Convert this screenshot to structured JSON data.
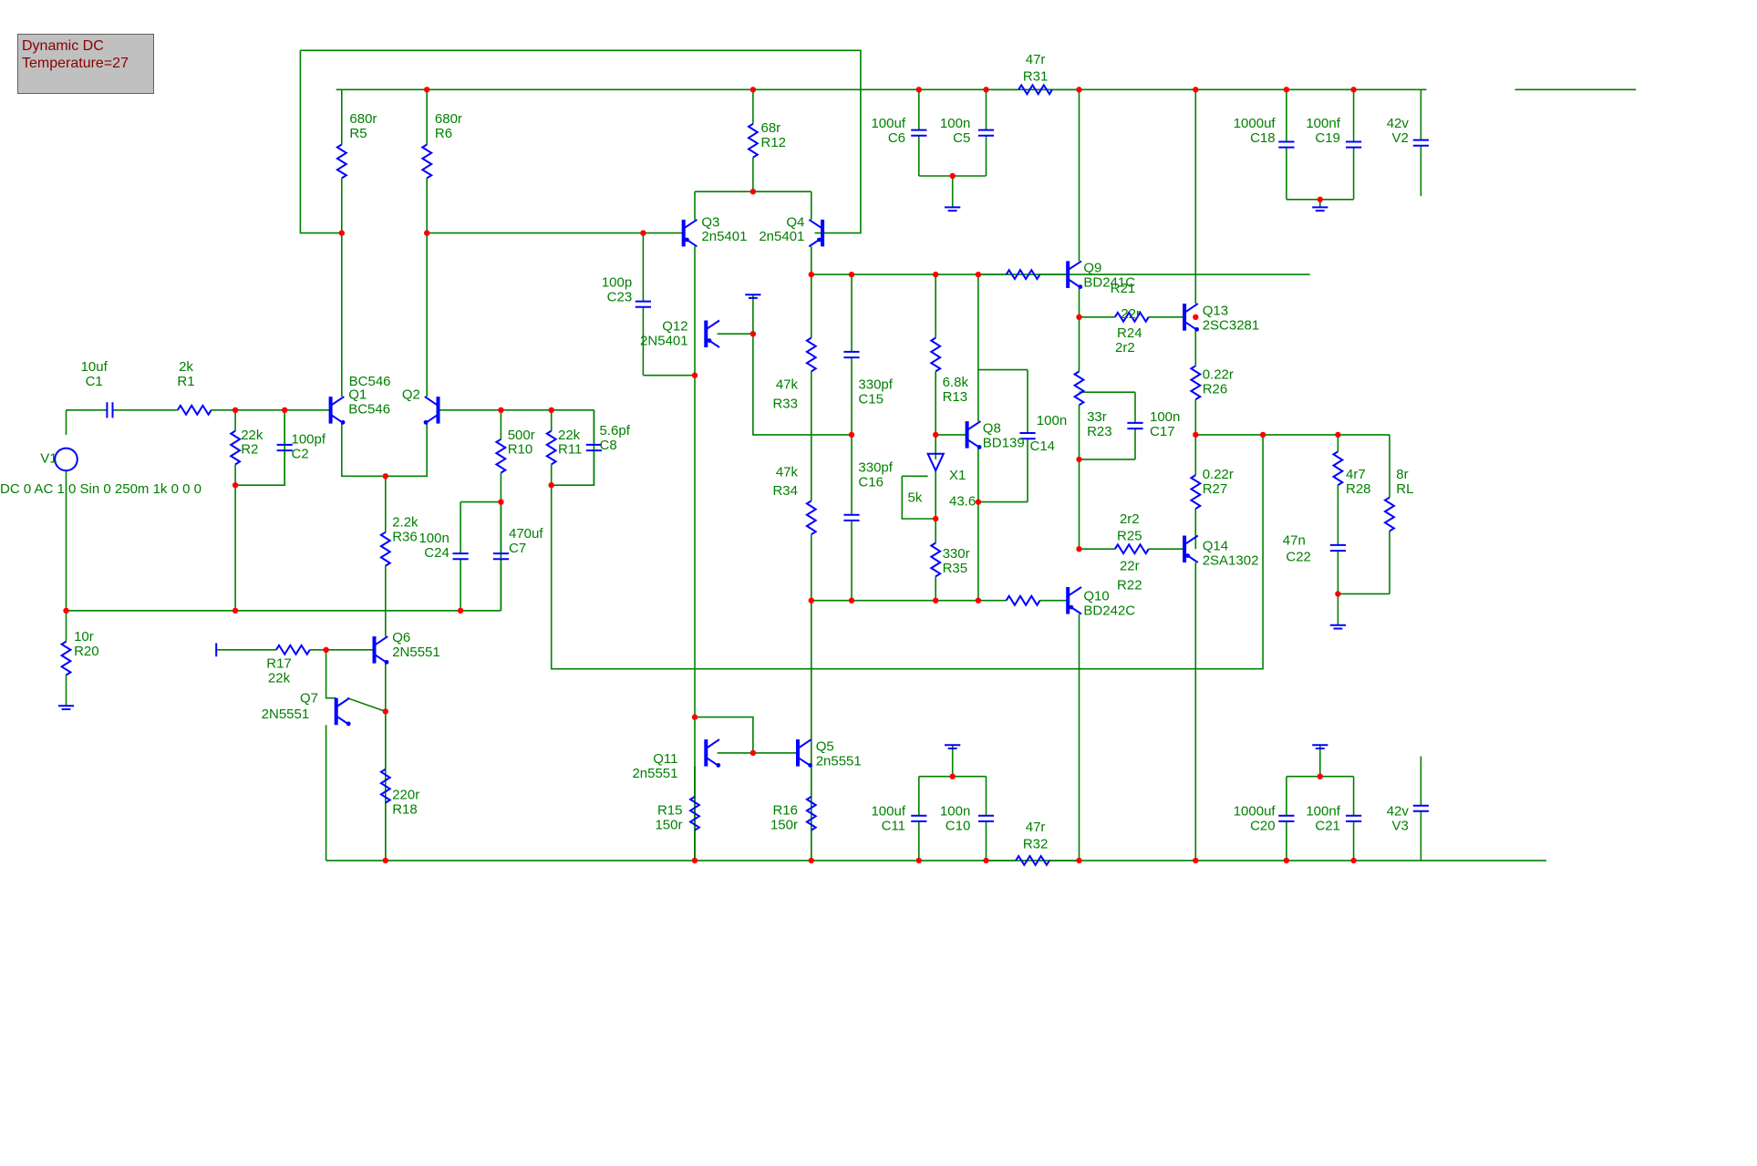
{
  "status": {
    "line1": "Dynamic DC",
    "line2": "Temperature=27"
  },
  "source_spec": "DC 0 AC 1 0 Sin 0 250m 1k 0 0 0",
  "components": {
    "V1": "V1",
    "C1": {
      "ref": "C1",
      "val": "10uf"
    },
    "R1": {
      "ref": "R1",
      "val": "2k"
    },
    "R2": {
      "ref": "R2",
      "val": "22k"
    },
    "C2": {
      "ref": "C2",
      "val": "100pf"
    },
    "R20": {
      "ref": "R20",
      "val": "10r"
    },
    "R5": {
      "ref": "R5",
      "val": "680r"
    },
    "R6": {
      "ref": "R6",
      "val": "680r"
    },
    "Q1": {
      "ref": "Q1",
      "val": "BC546"
    },
    "Q2": {
      "ref": "Q2",
      "val": "BC546"
    },
    "R10": {
      "ref": "R10",
      "val": "500r"
    },
    "R11": {
      "ref": "R11",
      "val": "22k"
    },
    "C8": {
      "ref": "C8",
      "val": "5.6pf"
    },
    "C24": {
      "ref": "C24",
      "val": "100n"
    },
    "C7": {
      "ref": "C7",
      "val": "470uf"
    },
    "R36": {
      "ref": "R36",
      "val": "2.2k"
    },
    "Q6": {
      "ref": "Q6",
      "val": "2N5551"
    },
    "R17": {
      "ref": "R17",
      "val": "22k"
    },
    "Q7": {
      "ref": "Q7",
      "val": "2N5551"
    },
    "R18": {
      "ref": "R18",
      "val": "220r"
    },
    "R12": {
      "ref": "R12",
      "val": "68r"
    },
    "Q3": {
      "ref": "Q3",
      "val": "2n5401"
    },
    "Q4": {
      "ref": "Q4",
      "val": "2n5401"
    },
    "C23": {
      "ref": "C23",
      "val": "100p"
    },
    "Q12": {
      "ref": "Q12",
      "val": "2N5401"
    },
    "R33": {
      "ref": "R33",
      "val": "47k"
    },
    "R34": {
      "ref": "R34",
      "val": "47k"
    },
    "C15": {
      "ref": "C15",
      "val": "330pf"
    },
    "C16": {
      "ref": "C16",
      "val": "330pf"
    },
    "R13": {
      "ref": "R13",
      "val": "6.8k"
    },
    "X1": {
      "ref": "X1",
      "val": "5k",
      "wiper": "43.6"
    },
    "R35": {
      "ref": "R35",
      "val": "330r"
    },
    "Q8": {
      "ref": "Q8",
      "val": "BD139"
    },
    "C14": {
      "ref": "C14",
      "val": "100n"
    },
    "Q11": {
      "ref": "Q11",
      "val": "2n5551"
    },
    "Q5": {
      "ref": "Q5",
      "val": "2n5551"
    },
    "R15": {
      "ref": "R15",
      "val": "150r"
    },
    "R16": {
      "ref": "R16",
      "val": "150r"
    },
    "C6": {
      "ref": "C6",
      "val": "100uf"
    },
    "C5": {
      "ref": "C5",
      "val": "100n"
    },
    "R31": {
      "ref": "R31",
      "val": "47r"
    },
    "C11": {
      "ref": "C11",
      "val": "100uf"
    },
    "C10": {
      "ref": "C10",
      "val": "100n"
    },
    "R32": {
      "ref": "R32",
      "val": "47r"
    },
    "R21": {
      "ref": "R21",
      "val": "22r"
    },
    "Q9": {
      "ref": "Q9",
      "val": "BD241C"
    },
    "R22": {
      "ref": "R22",
      "val": "22r"
    },
    "Q10": {
      "ref": "Q10",
      "val": "BD242C"
    },
    "R23": {
      "ref": "R23",
      "val": "33r"
    },
    "C17": {
      "ref": "C17",
      "val": "100n"
    },
    "R24": {
      "ref": "R24",
      "val": "2r2"
    },
    "R25": {
      "ref": "R25",
      "val": "2r2"
    },
    "Q13": {
      "ref": "Q13",
      "val": "2SC3281"
    },
    "Q14": {
      "ref": "Q14",
      "val": "2SA1302"
    },
    "R26": {
      "ref": "R26",
      "val": "0.22r"
    },
    "R27": {
      "ref": "R27",
      "val": "0.22r"
    },
    "C18": {
      "ref": "C18",
      "val": "1000uf"
    },
    "C19": {
      "ref": "C19",
      "val": "100nf"
    },
    "C20": {
      "ref": "C20",
      "val": "1000uf"
    },
    "C21": {
      "ref": "C21",
      "val": "100nf"
    },
    "V2": {
      "ref": "V2",
      "val": "42v"
    },
    "V3": {
      "ref": "V3",
      "val": "42v"
    },
    "R28": {
      "ref": "R28",
      "val": "4r7"
    },
    "C22": {
      "ref": "C22",
      "val": "47n"
    },
    "RL": {
      "ref": "RL",
      "val": "8r"
    }
  },
  "colors": {
    "wire": "#008000",
    "component": "#0000ff",
    "node": "#ff0000",
    "status_text": "#8b0000"
  }
}
